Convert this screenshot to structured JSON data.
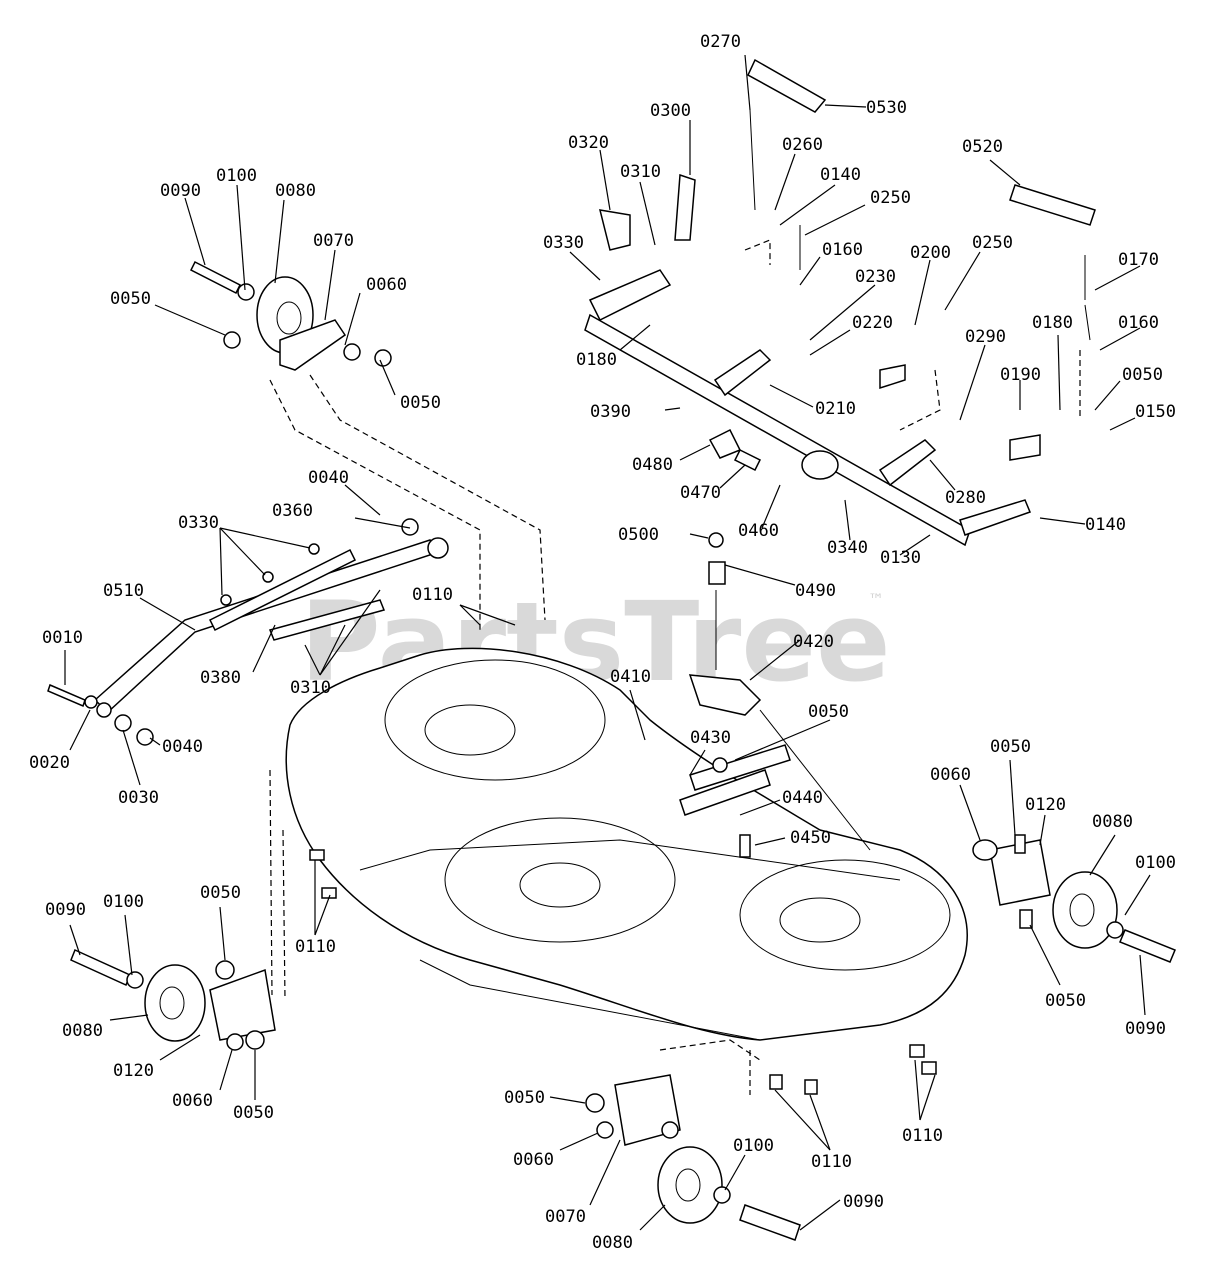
{
  "diagram": {
    "watermark": "PartsTree",
    "trademark": "™",
    "callouts": [
      {
        "id": "c-0270-a",
        "text": "0270"
      },
      {
        "id": "c-0530-a",
        "text": "0530"
      },
      {
        "id": "c-0300-a",
        "text": "0300"
      },
      {
        "id": "c-0320-a",
        "text": "0320"
      },
      {
        "id": "c-0260-a",
        "text": "0260"
      },
      {
        "id": "c-0520-a",
        "text": "0520"
      },
      {
        "id": "c-0140-a",
        "text": "0140"
      },
      {
        "id": "c-0310-a",
        "text": "0310"
      },
      {
        "id": "c-0250-a",
        "text": "0250"
      },
      {
        "id": "c-0090-a",
        "text": "0090"
      },
      {
        "id": "c-0100-a",
        "text": "0100"
      },
      {
        "id": "c-0080-a",
        "text": "0080"
      },
      {
        "id": "c-0070-a",
        "text": "0070"
      },
      {
        "id": "c-0330-a",
        "text": "0330"
      },
      {
        "id": "c-0160-a",
        "text": "0160"
      },
      {
        "id": "c-0200",
        "text": "0200"
      },
      {
        "id": "c-0250-b",
        "text": "0250"
      },
      {
        "id": "c-0170",
        "text": "0170"
      },
      {
        "id": "c-0230",
        "text": "0230"
      },
      {
        "id": "c-0060-a",
        "text": "0060"
      },
      {
        "id": "c-0050-a",
        "text": "0050"
      },
      {
        "id": "c-0220",
        "text": "0220"
      },
      {
        "id": "c-0290",
        "text": "0290"
      },
      {
        "id": "c-0180-a",
        "text": "0180"
      },
      {
        "id": "c-0160-b",
        "text": "0160"
      },
      {
        "id": "c-0180-b",
        "text": "0180"
      },
      {
        "id": "c-0190",
        "text": "0190"
      },
      {
        "id": "c-0050-b",
        "text": "0050"
      },
      {
        "id": "c-0050-c",
        "text": "0050"
      },
      {
        "id": "c-0210",
        "text": "0210"
      },
      {
        "id": "c-0390",
        "text": "0390"
      },
      {
        "id": "c-0150",
        "text": "0150"
      },
      {
        "id": "c-0480",
        "text": "0480"
      },
      {
        "id": "c-0470",
        "text": "0470"
      },
      {
        "id": "c-0280",
        "text": "0280"
      },
      {
        "id": "c-0040-a",
        "text": "0040"
      },
      {
        "id": "c-0360",
        "text": "0360"
      },
      {
        "id": "c-0460",
        "text": "0460"
      },
      {
        "id": "c-0140-b",
        "text": "0140"
      },
      {
        "id": "c-0330-b",
        "text": "0330"
      },
      {
        "id": "c-0500",
        "text": "0500"
      },
      {
        "id": "c-0340",
        "text": "0340"
      },
      {
        "id": "c-0130",
        "text": "0130"
      },
      {
        "id": "c-0490",
        "text": "0490"
      },
      {
        "id": "c-0510",
        "text": "0510"
      },
      {
        "id": "c-0110-a",
        "text": "0110"
      },
      {
        "id": "c-0010",
        "text": "0010"
      },
      {
        "id": "c-0420",
        "text": "0420"
      },
      {
        "id": "c-0380",
        "text": "0380"
      },
      {
        "id": "c-0310-b",
        "text": "0310"
      },
      {
        "id": "c-0410",
        "text": "0410"
      },
      {
        "id": "c-0050-d",
        "text": "0050"
      },
      {
        "id": "c-0040-b",
        "text": "0040"
      },
      {
        "id": "c-0020",
        "text": "0020"
      },
      {
        "id": "c-0430",
        "text": "0430"
      },
      {
        "id": "c-0050-e",
        "text": "0050"
      },
      {
        "id": "c-0030",
        "text": "0030"
      },
      {
        "id": "c-0060-b",
        "text": "0060"
      },
      {
        "id": "c-0120-a",
        "text": "0120"
      },
      {
        "id": "c-0440",
        "text": "0440"
      },
      {
        "id": "c-0080-b",
        "text": "0080"
      },
      {
        "id": "c-0450",
        "text": "0450"
      },
      {
        "id": "c-0100-b",
        "text": "0100"
      },
      {
        "id": "c-0090-b",
        "text": "0090"
      },
      {
        "id": "c-0100-c",
        "text": "0100"
      },
      {
        "id": "c-0050-f",
        "text": "0050"
      },
      {
        "id": "c-0110-b",
        "text": "0110"
      },
      {
        "id": "c-0050-g",
        "text": "0050"
      },
      {
        "id": "c-0090-c",
        "text": "0090"
      },
      {
        "id": "c-0080-c",
        "text": "0080"
      },
      {
        "id": "c-0120-b",
        "text": "0120"
      },
      {
        "id": "c-0060-c",
        "text": "0060"
      },
      {
        "id": "c-0050-h",
        "text": "0050"
      },
      {
        "id": "c-0050-i",
        "text": "0050"
      },
      {
        "id": "c-0110-c",
        "text": "0110"
      },
      {
        "id": "c-0060-d",
        "text": "0060"
      },
      {
        "id": "c-0110-d",
        "text": "0110"
      },
      {
        "id": "c-0100-d",
        "text": "0100"
      },
      {
        "id": "c-0090-d",
        "text": "0090"
      },
      {
        "id": "c-0070-b",
        "text": "0070"
      },
      {
        "id": "c-0080-d",
        "text": "0080"
      }
    ]
  }
}
